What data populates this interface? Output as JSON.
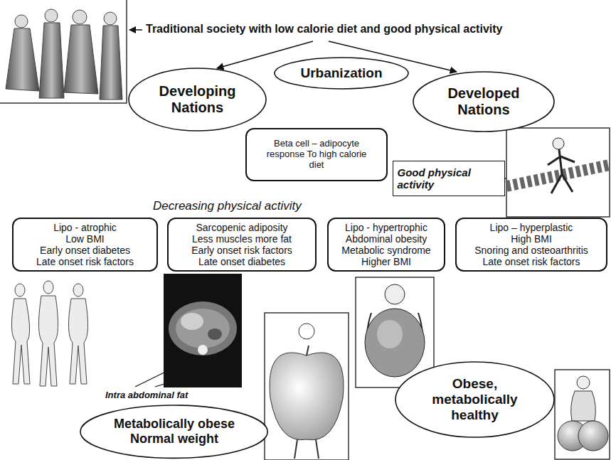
{
  "diagram": {
    "title": "Traditional society with low calorie diet and good physical activity",
    "nodes": [
      {
        "text": [
          "Urbanization"
        ]
      },
      {
        "text": [
          "Developing Nations"
        ]
      },
      {
        "text": [
          "Developed Nations"
        ]
      },
      {
        "text": [
          "Beta cell – adipocyte response To high calorie diet"
        ]
      },
      {
        "text": [
          "Good physical activity"
        ]
      },
      {
        "text": [
          "Lipo - atrophic",
          "Low BMI",
          "Early onset diabetes",
          "Late onset risk factors"
        ]
      },
      {
        "text": [
          "Sarcopenic adiposity",
          "Less muscles more fat",
          "Early onset risk factors",
          "Late onset diabetes"
        ]
      },
      {
        "text": [
          "Lipo - hypertrophic",
          "Abdominal obesity",
          "Metabolic syndrome",
          "Higher BMI"
        ]
      },
      {
        "text": [
          "Lipo – hyperplastic",
          "High BMI",
          "Snoring and osteoarthritis",
          "Late onset risk factors"
        ]
      },
      {
        "text": [
          "Metabolically obese Normal weight"
        ]
      },
      {
        "text": [
          "Obese, metabolically healthy"
        ]
      }
    ],
    "labels": [
      "Decreasing physical activity",
      "Intra abdominal fat"
    ]
  }
}
